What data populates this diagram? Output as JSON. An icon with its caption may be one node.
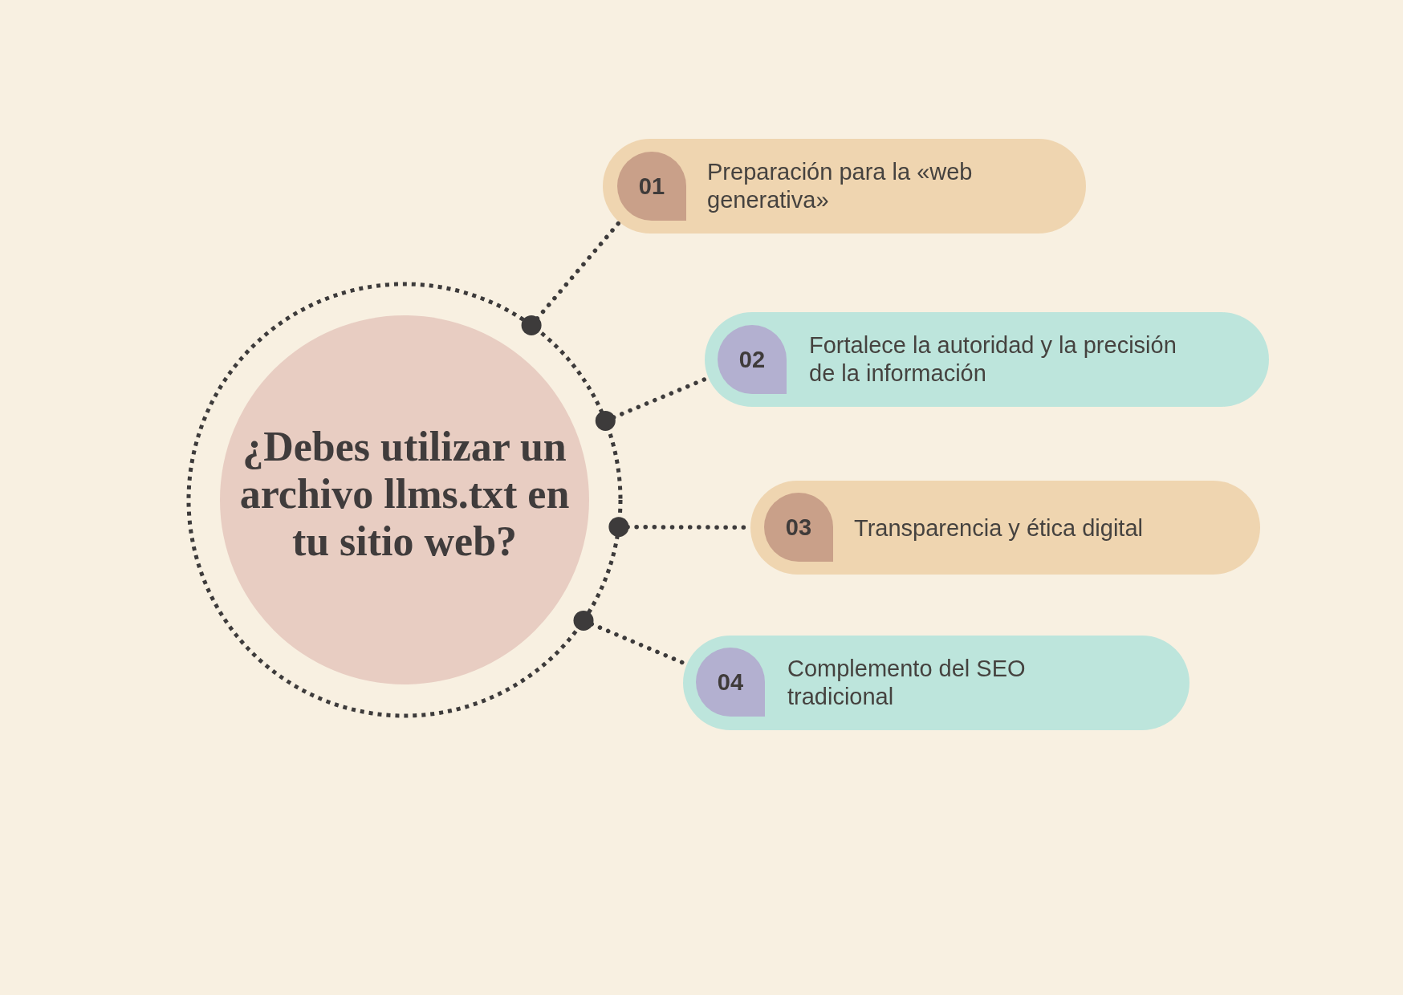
{
  "diagram": {
    "nodes": [
      {
        "text": [],
        "shape": "circle"
      },
      {
        "text": [
          "¿Debes utilizar un archivo llms.txt en tu sitio web?"
        ],
        "in": 0
      },
      {
        "text": [
          "Preparación para la «web generativa»"
        ]
      },
      {
        "text": [
          "01"
        ],
        "in": 2
      },
      {
        "text": [
          "Fortalece la autoridad y la precisión de la información"
        ]
      },
      {
        "text": [
          "02"
        ],
        "in": 4
      },
      {
        "text": [
          "Transparencia y ética digital"
        ]
      },
      {
        "text": [
          "03"
        ],
        "in": 6
      },
      {
        "text": [
          "Complemento del SEO tradicional"
        ]
      },
      {
        "text": [
          "04"
        ],
        "in": 8
      }
    ],
    "edges": [
      {
        "from": 0,
        "to": 2,
        "arrow": "other",
        "style": "dashed"
      },
      {
        "from": 0,
        "to": 4,
        "arrow": "other",
        "style": "dashed"
      },
      {
        "from": 0,
        "to": 6,
        "arrow": "other",
        "style": "dashed"
      },
      {
        "from": 0,
        "to": 8,
        "arrow": "other",
        "style": "dashed"
      }
    ]
  }
}
